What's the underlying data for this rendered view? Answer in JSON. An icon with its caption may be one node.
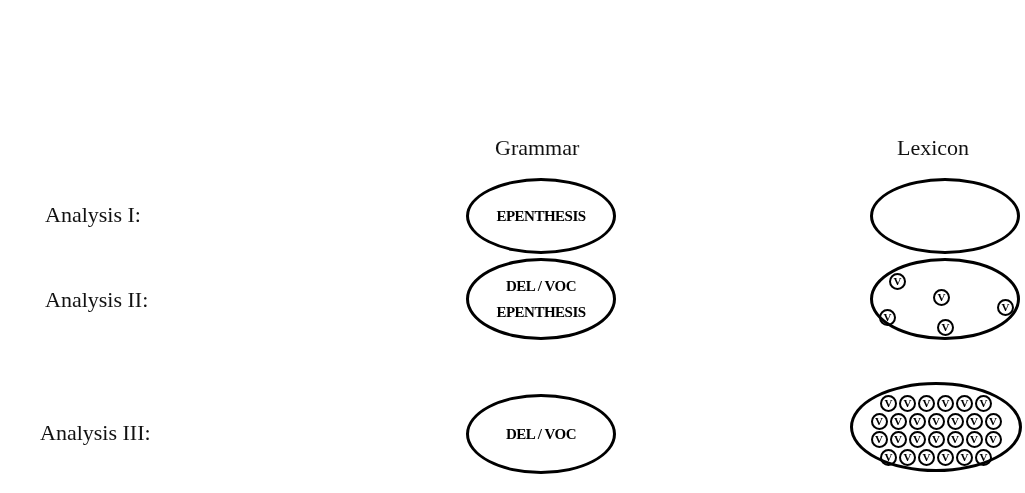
{
  "diagram": {
    "nodes": [
      {
        "text": [
          "EPENTHESIS"
        ]
      },
      {
        "text": [],
        "shape": "ellipse"
      },
      {
        "text": [
          "DEL / VOC",
          "EPENTHESIS"
        ]
      },
      {
        "text": [],
        "shape": "ellipse"
      },
      {
        "text": [
          "V"
        ],
        "in": 3
      },
      {
        "text": [
          "V"
        ],
        "in": 3
      },
      {
        "text": [
          "V"
        ],
        "in": 3
      },
      {
        "text": [
          "V"
        ],
        "in": 3
      },
      {
        "text": [
          "V"
        ],
        "in": 3
      },
      {
        "text": [
          "DEL / VOC"
        ]
      },
      {
        "text": [],
        "shape": "ellipse"
      },
      {
        "text": [
          "V"
        ],
        "in": 10
      },
      {
        "text": [
          "V"
        ],
        "in": 10
      },
      {
        "text": [
          "V"
        ],
        "in": 10
      },
      {
        "text": [
          "V"
        ],
        "in": 10
      },
      {
        "text": [
          "V"
        ],
        "in": 10
      },
      {
        "text": [
          "V"
        ],
        "in": 10
      },
      {
        "text": [
          "V"
        ],
        "in": 10
      },
      {
        "text": [
          "V"
        ],
        "in": 10
      },
      {
        "text": [
          "V"
        ],
        "in": 10
      },
      {
        "text": [
          "V"
        ],
        "in": 10
      },
      {
        "text": [
          "V"
        ],
        "in": 10
      },
      {
        "text": [
          "V"
        ],
        "in": 10
      },
      {
        "text": [
          "V"
        ],
        "in": 10
      },
      {
        "text": [
          "V"
        ],
        "in": 10
      },
      {
        "text": [
          "V"
        ],
        "in": 10
      },
      {
        "text": [
          "V"
        ],
        "in": 10
      },
      {
        "text": [
          "V"
        ],
        "in": 10
      },
      {
        "text": [
          "V"
        ],
        "in": 10
      },
      {
        "text": [
          "V"
        ],
        "in": 10
      },
      {
        "text": [
          "V"
        ],
        "in": 10
      },
      {
        "text": [
          "V"
        ],
        "in": 10
      },
      {
        "text": [
          "V"
        ],
        "in": 10
      },
      {
        "text": [
          "V"
        ],
        "in": 10
      },
      {
        "text": [
          "V"
        ],
        "in": 10
      },
      {
        "text": [
          "V"
        ],
        "in": 10
      },
      {
        "text": [
          "V"
        ],
        "in": 10
      }
    ],
    "labels": [
      "Grammar",
      "Lexicon",
      "Analysis I:",
      "Analysis II:",
      "Analysis III:"
    ]
  }
}
